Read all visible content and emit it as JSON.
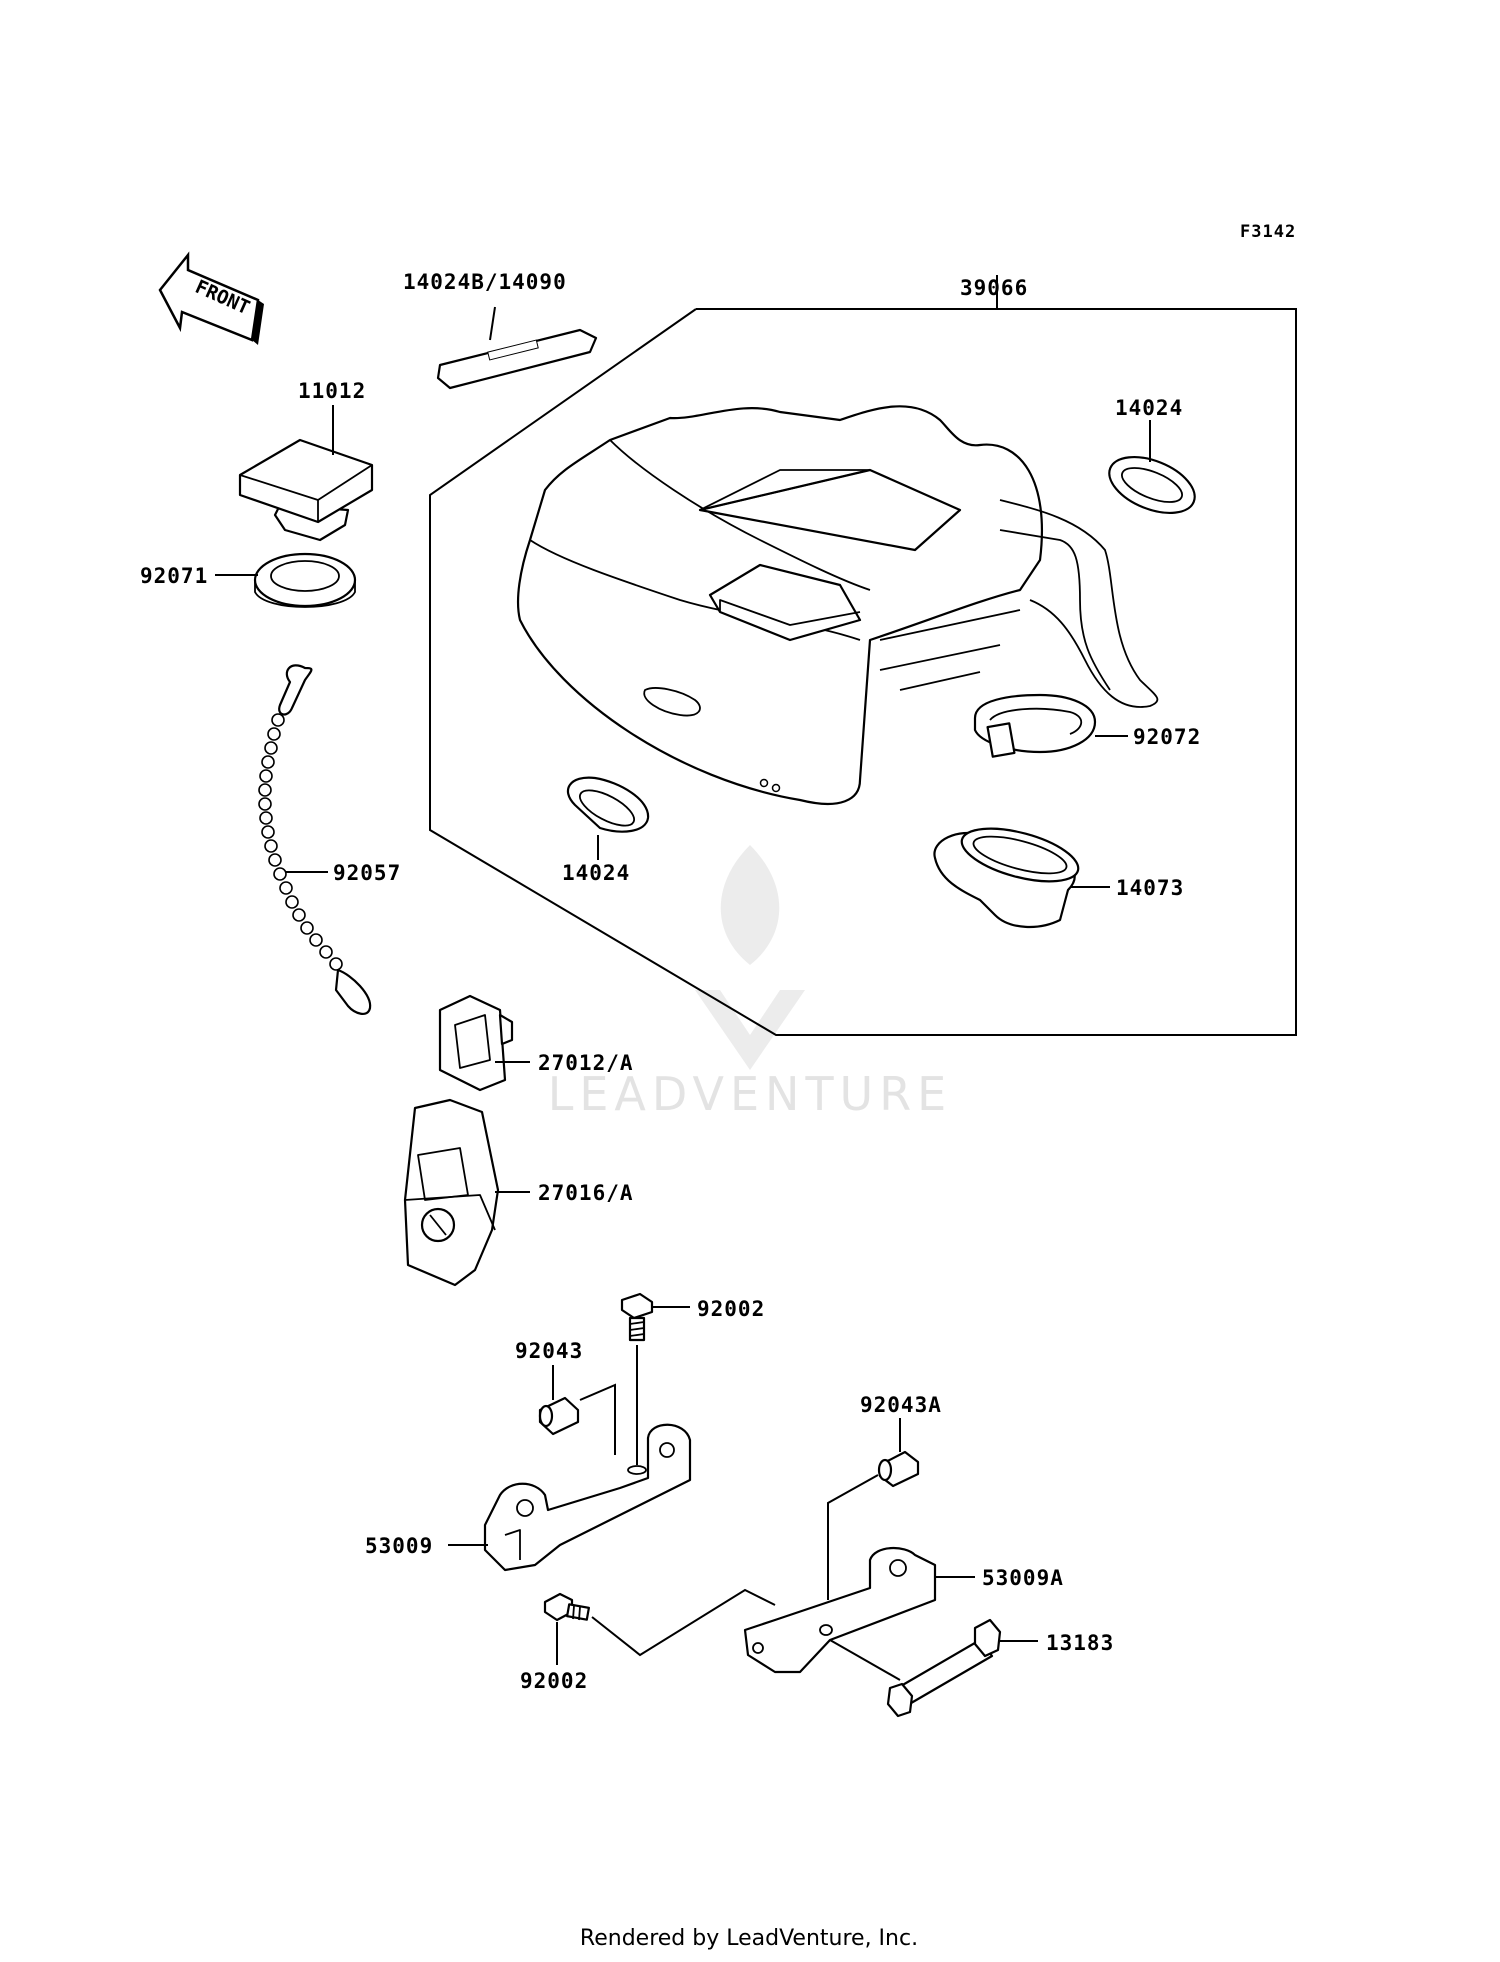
{
  "figure_code": "F3142",
  "front_label": "FRONT",
  "watermark": "LEADVENTURE",
  "footer": "Rendered by LeadVenture, Inc.",
  "parts": {
    "p14024B_14090": "14024B/14090",
    "p39066": "39066",
    "p11012": "11012",
    "p14024_upper": "14024",
    "p92071": "92071",
    "p92072": "92072",
    "p14024_lower": "14024",
    "p92057": "92057",
    "p14073": "14073",
    "p27012A": "27012/A",
    "p27016A": "27016/A",
    "p92002_upper": "92002",
    "p92043": "92043",
    "p92043A": "92043A",
    "p53009": "53009",
    "p53009A": "53009A",
    "p13183": "13183",
    "p92002_lower": "92002"
  }
}
